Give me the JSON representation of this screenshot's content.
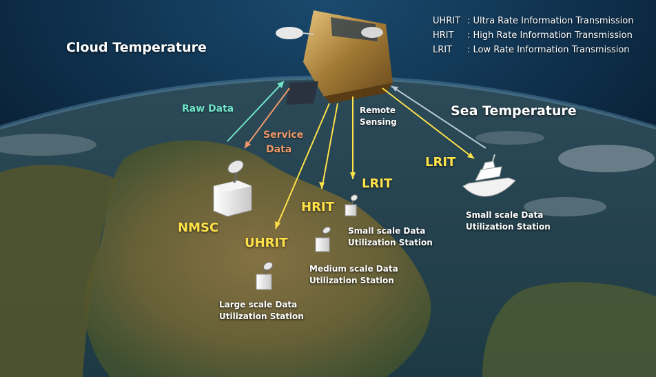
{
  "legend": [
    {
      "abbr": "UHRIT",
      "desc": ": Ultra Rate Information Transmission"
    },
    {
      "abbr": "HRIT",
      "desc": ": High Rate Information Transmission"
    },
    {
      "abbr": "LRIT",
      "desc": ": Low Rate Information Transmission"
    }
  ],
  "labels": {
    "cloud_temperature": "Cloud Temperature",
    "sea_temperature": "Sea Temperature",
    "raw_data": "Raw Data",
    "service_data": [
      "Service",
      "Data"
    ],
    "remote_sensing": [
      "Remote",
      "Sensing"
    ],
    "nmsc": "NMSC",
    "uhrit": "UHRIT",
    "hrit": "HRIT",
    "lrit_land": "LRIT",
    "lrit_ship": "LRIT"
  },
  "stations": {
    "large": [
      "Large scale Data",
      "Utilization Station"
    ],
    "medium": [
      "Medium scale Data",
      "Utilization Station"
    ],
    "small_land": [
      "Small scale Data",
      "Utilization Station"
    ],
    "small_ship": [
      "Small scale Data",
      "Utilization Station"
    ]
  },
  "colors": {
    "raw_arrow": "#6fe6c8",
    "service_arrow": "#f0996a",
    "broadcast_arrow": "#ffe24a",
    "sea_arrow": "#b9c9d8"
  }
}
